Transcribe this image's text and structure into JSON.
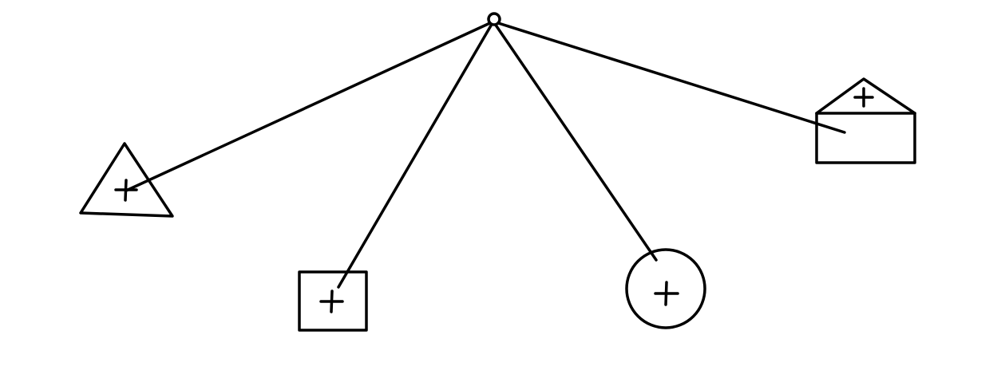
{
  "diagram": {
    "kind": "hanging-mobile",
    "pivot": {
      "shape": "small-circle"
    },
    "objects": [
      {
        "shape": "triangle",
        "center_mark": "plus"
      },
      {
        "shape": "square",
        "center_mark": "plus"
      },
      {
        "shape": "circle",
        "center_mark": "plus"
      },
      {
        "shape": "house (rectangle with triangular roof)",
        "center_mark": "plus"
      }
    ],
    "colors": {
      "ink": "#000000",
      "background": "#ffffff"
    }
  }
}
